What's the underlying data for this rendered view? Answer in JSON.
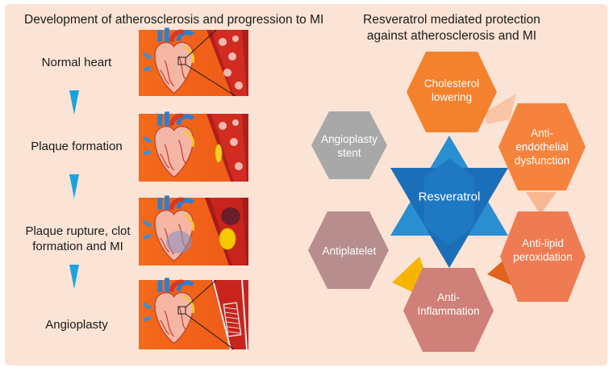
{
  "left": {
    "title": "Development of atherosclerosis and progression to MI",
    "stages": [
      {
        "label": "Normal heart"
      },
      {
        "label": "Plaque formation"
      },
      {
        "label": "Plaque rupture, clot\nformation and MI"
      },
      {
        "label": "Angioplasty"
      }
    ]
  },
  "right": {
    "title_line1": "Resveratrol mediated protection",
    "title_line2": "against atherosclerosis and MI",
    "center": "Resveratrol",
    "hexagons": [
      {
        "label": "Cholesterol\nlowering",
        "color": "#f4812d"
      },
      {
        "label": "Anti-\nendothelial\ndysfunction",
        "color": "#f5833d"
      },
      {
        "label": "Anti-lipid\nperoxidation",
        "color": "#ef7b52"
      },
      {
        "label": "Anti-\nInflammation",
        "color": "#cf8078"
      },
      {
        "label": "Antiplatelet",
        "color": "#b88d8d"
      },
      {
        "label": "Angioplasty\nstent",
        "color": "#a8a8a8"
      }
    ],
    "colors": {
      "star_light": "#2a8fd0",
      "star_dark": "#1b6fb8",
      "arrow": "#1ba3de",
      "connector_peach": "#f9c5a4",
      "connector_orange": "#e0641e",
      "connector_yellow": "#f6b400"
    }
  }
}
